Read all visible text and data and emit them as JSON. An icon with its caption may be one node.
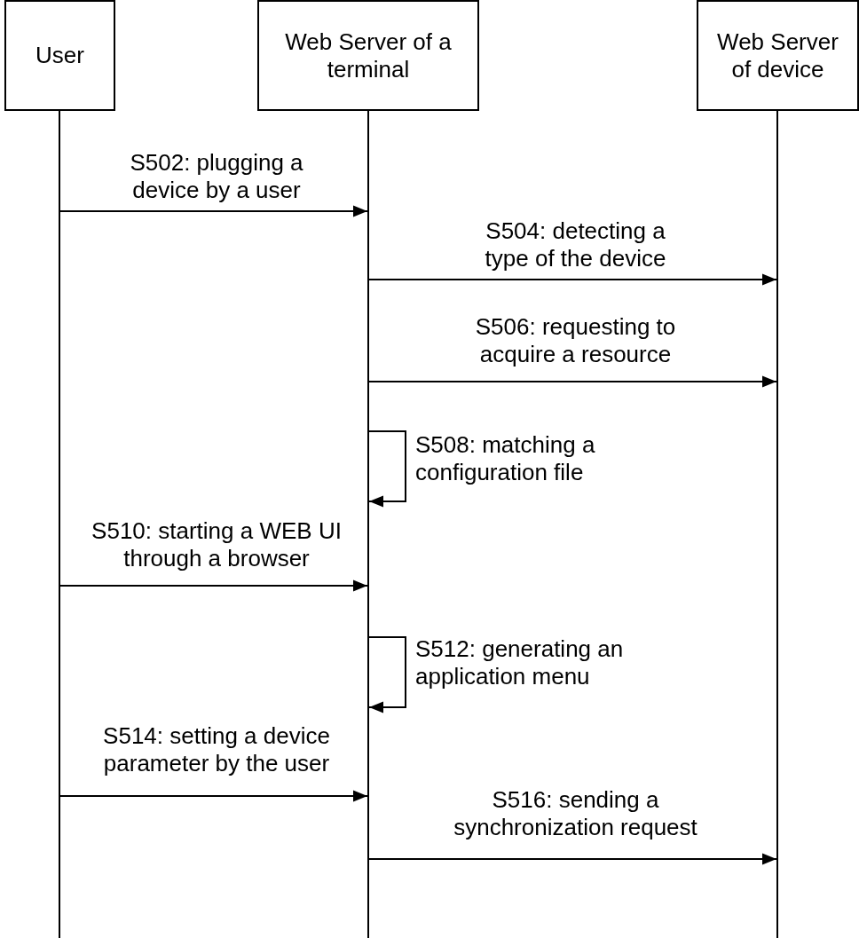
{
  "diagram": {
    "nodes": [
      {
        "text": [
          "User"
        ]
      },
      {
        "text": [
          "Web Server of a terminal"
        ]
      },
      {
        "text": [
          "Web Server of device"
        ]
      }
    ],
    "edges": [
      {
        "from": 0,
        "to": 1,
        "arrow": "to",
        "label": "S502: plugging a device by a user"
      },
      {
        "from": 1,
        "to": 2,
        "arrow": "to",
        "label": "S504: detecting a type of the device"
      },
      {
        "from": 1,
        "to": 2,
        "arrow": "to",
        "label": "S506: requesting to acquire a resource"
      },
      {
        "from": 1,
        "to": 1,
        "arrow": "to",
        "label": "S508: matching a configuration file"
      },
      {
        "from": 0,
        "to": 1,
        "arrow": "to",
        "label": "S510: starting a WEB UI through a browser"
      },
      {
        "from": 1,
        "to": 1,
        "arrow": "to",
        "label": "S512: generating an application menu"
      },
      {
        "from": 0,
        "to": 1,
        "arrow": "to",
        "label": "S514: setting a device parameter by the user"
      },
      {
        "from": 1,
        "to": 2,
        "arrow": "to",
        "label": "S516: sending a synchronization request"
      }
    ]
  }
}
